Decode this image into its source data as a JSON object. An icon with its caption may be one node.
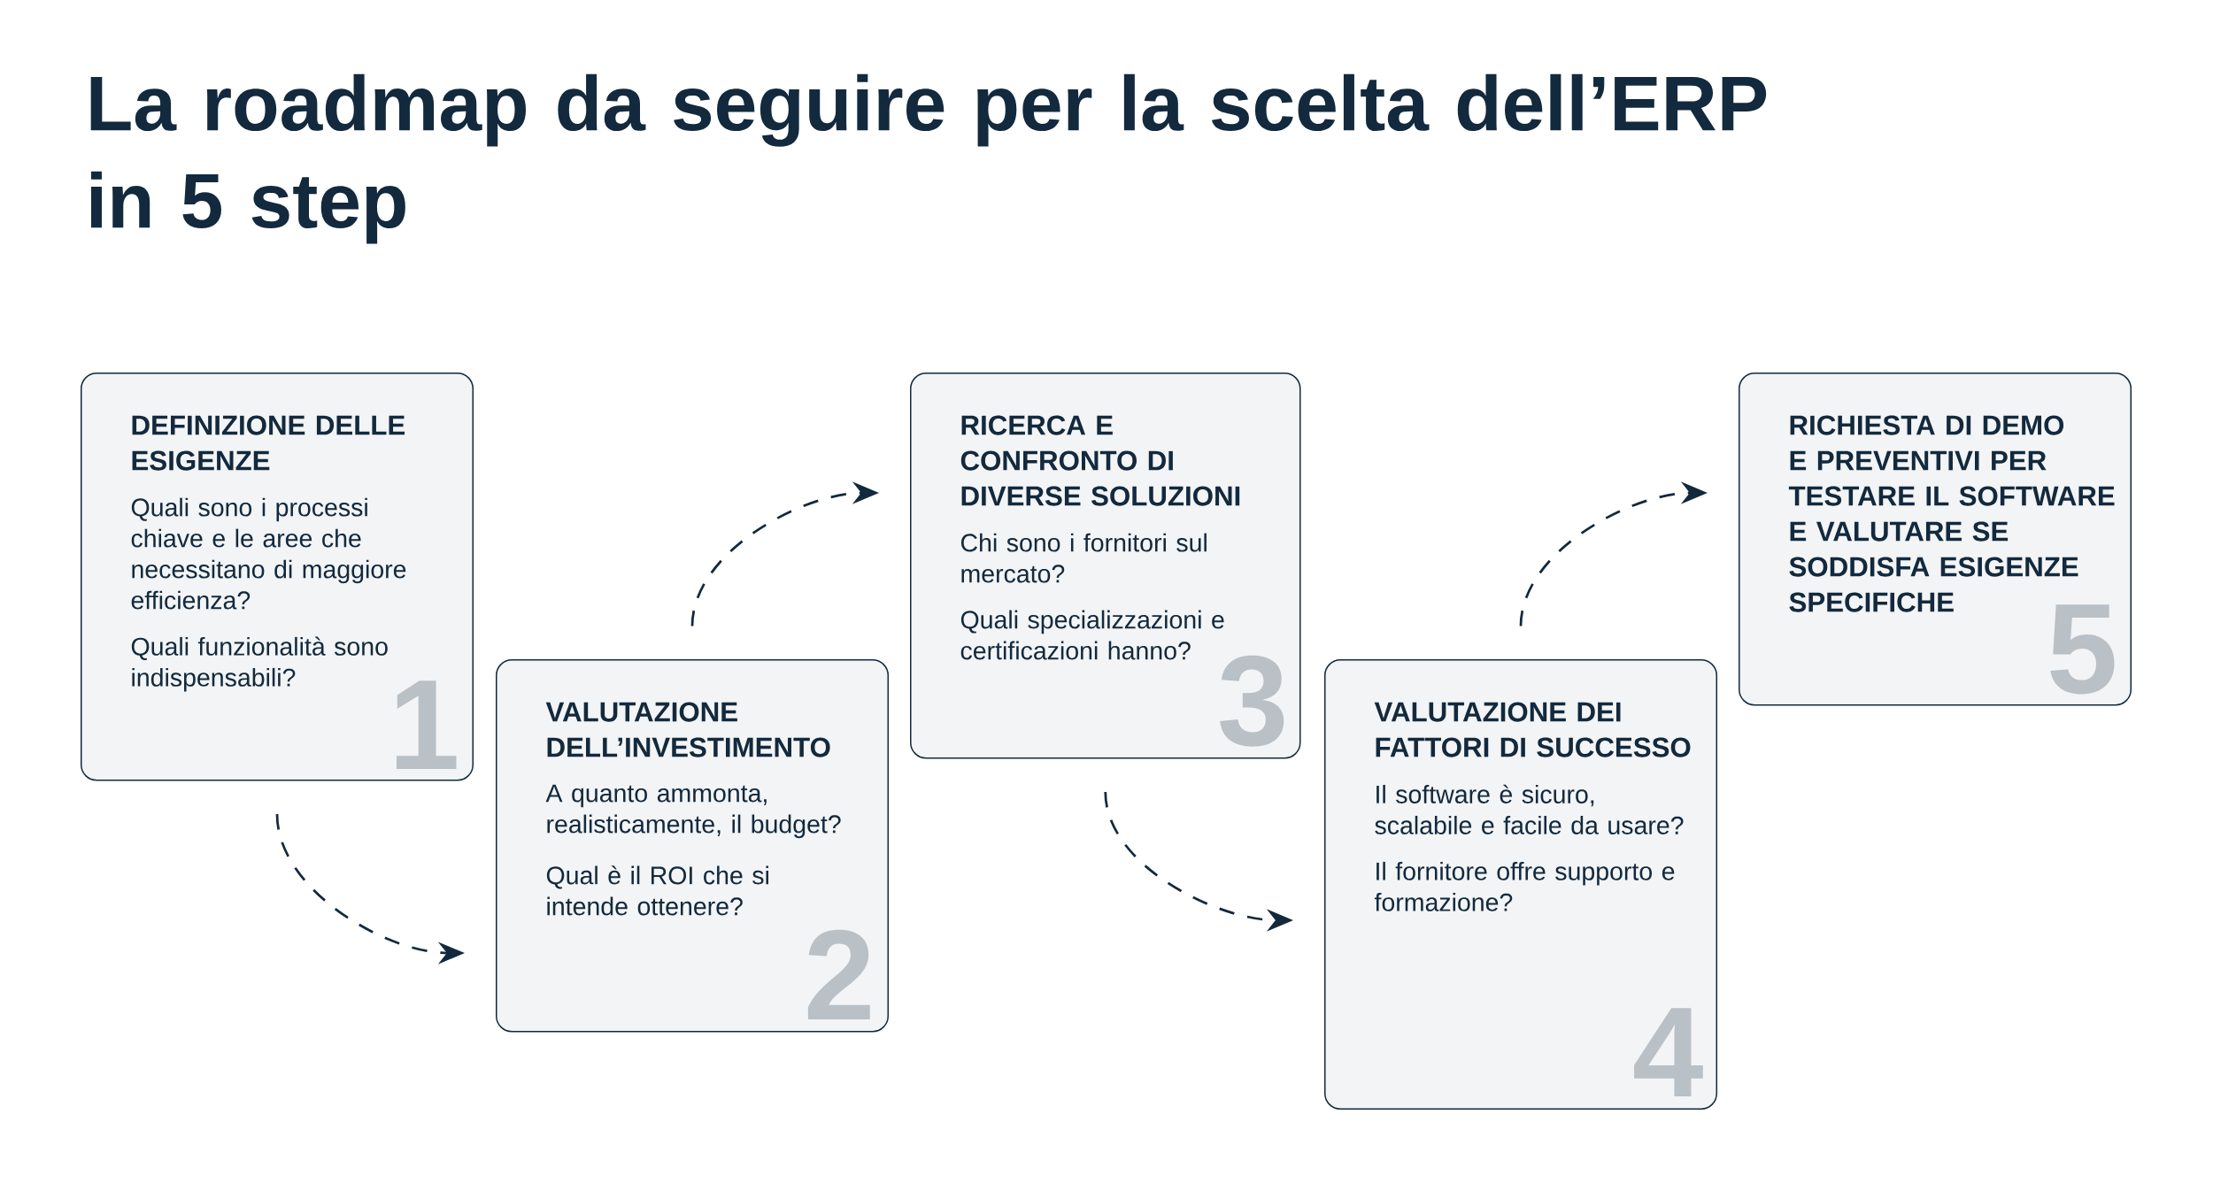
{
  "diagram": {
    "title": "La roadmap da seguire per la scelta dell’ERP in 5 step",
    "nodes": [
      {
        "text": [
          "DEFINIZIONE DELLE ESIGENZE",
          "Quali sono i processi chiave e le aree che necessitano di maggiore efficienza?",
          "Quali funzionalità sono indispensabili?",
          "1"
        ]
      },
      {
        "text": [
          "VALUTAZIONE DELL’INVESTIMENTO",
          "A quanto ammonta, realisticamente, il budget?",
          "Qual è il ROI che si intende ottenere?",
          "2"
        ]
      },
      {
        "text": [
          "RICERCA E CONFRONTO DI DIVERSE SOLUZIONI",
          "Chi sono i fornitori sul mercato?",
          "Quali specializzazioni e certificazioni hanno?",
          "3"
        ]
      },
      {
        "text": [
          "VALUTAZIONE DEI FATTORI DI SUCCESSO",
          "Il software è sicuro, scalabile e facile da usare?",
          "Il fornitore offre supporto e formazione?",
          "4"
        ]
      },
      {
        "text": [
          "RICHIESTA DI DEMO E PREVENTIVI PER TESTARE IL SOFTWARE E VALUTARE SE SODDISFA ESIGENZE SPECIFICHE",
          "5"
        ]
      }
    ],
    "edges": [
      {
        "from": 0,
        "to": 1,
        "arrow": "to",
        "style": "dashed"
      },
      {
        "from": 1,
        "to": 2,
        "arrow": "to",
        "style": "dashed"
      },
      {
        "from": 2,
        "to": 3,
        "arrow": "to",
        "style": "dashed"
      },
      {
        "from": 3,
        "to": 4,
        "arrow": "to",
        "style": "dashed"
      }
    ]
  }
}
